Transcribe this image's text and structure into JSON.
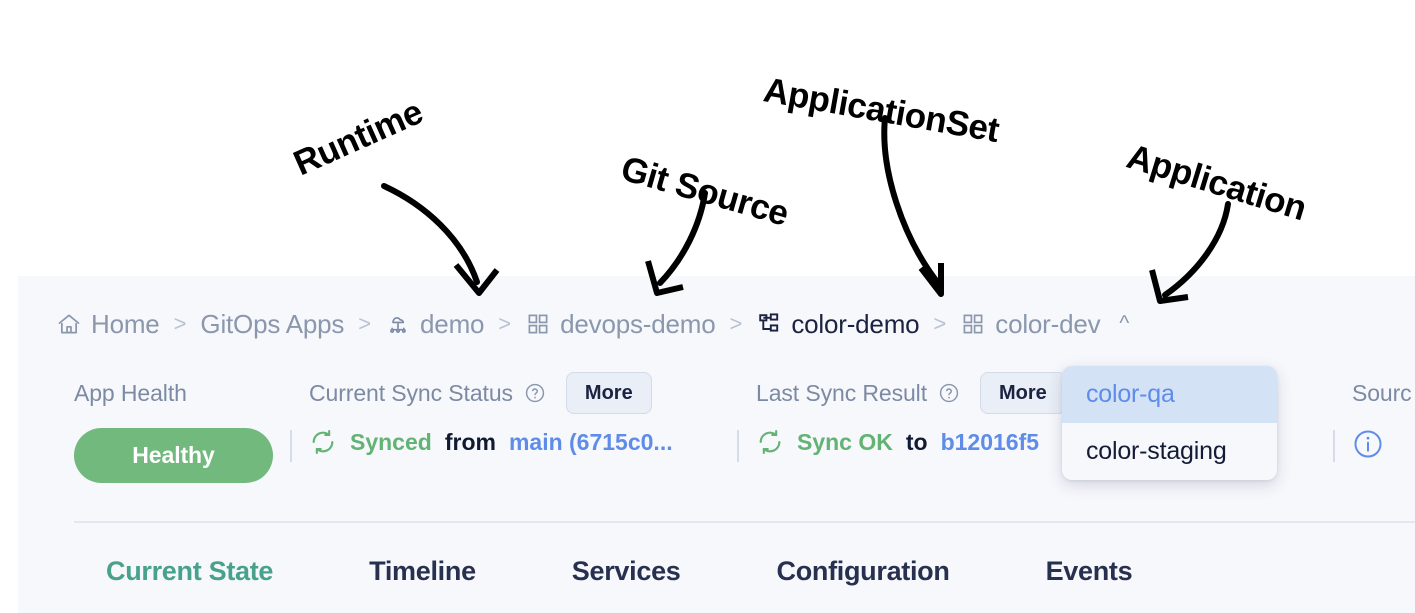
{
  "breadcrumb": {
    "items": [
      {
        "label": "Home",
        "icon": "home-icon",
        "current": false,
        "caret": ""
      },
      {
        "label": "GitOps Apps",
        "icon": "",
        "current": false,
        "caret": ""
      },
      {
        "label": "demo",
        "icon": "runtime-icon",
        "current": false,
        "caret": ""
      },
      {
        "label": "devops-demo",
        "icon": "grid-icon",
        "current": false,
        "caret": ""
      },
      {
        "label": "color-demo",
        "icon": "appset-icon",
        "current": true,
        "caret": ""
      },
      {
        "label": "color-dev",
        "icon": "grid-icon",
        "current": false,
        "caret": "^"
      }
    ],
    "separator": ">"
  },
  "status": {
    "app_health": {
      "title": "App Health",
      "badge": "Healthy",
      "badge_color": "#72B97E"
    },
    "current_sync": {
      "title": "Current Sync Status",
      "help": "help-icon",
      "more_label": "More",
      "state": "Synced",
      "connector": "from",
      "ref": "main (6715c0..."
    },
    "last_sync": {
      "title": "Last Sync Result",
      "help": "help-icon",
      "more_label": "More",
      "state": "Sync OK",
      "connector": "to",
      "ref": "b12016f5"
    },
    "source": {
      "title": "Sourc",
      "icon": "info-icon"
    }
  },
  "dropdown": {
    "items": [
      {
        "label": "color-qa",
        "selected": true
      },
      {
        "label": "color-staging",
        "selected": false
      }
    ]
  },
  "tabs": [
    {
      "label": "Current State",
      "active": true
    },
    {
      "label": "Timeline",
      "active": false
    },
    {
      "label": "Services",
      "active": false
    },
    {
      "label": "Configuration",
      "active": false
    },
    {
      "label": "Events",
      "active": false
    }
  ],
  "annotations": [
    {
      "label": "Runtime",
      "target": "demo-breadcrumb"
    },
    {
      "label": "Git Source",
      "target": "devops-demo-breadcrumb"
    },
    {
      "label": "ApplicationSet",
      "target": "color-demo-breadcrumb"
    },
    {
      "label": "Application",
      "target": "color-dev-breadcrumb"
    }
  ],
  "colors": {
    "panel_bg": "#F7F8FC",
    "healthy_green": "#72B97E",
    "sync_green": "#62B374",
    "link_blue": "#5E8CE8",
    "muted": "#8A97AD",
    "active_tab": "#47A18C"
  }
}
